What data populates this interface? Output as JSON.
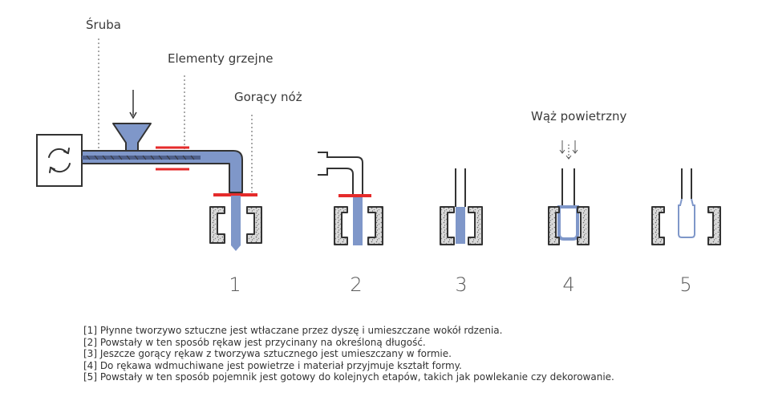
{
  "labels": {
    "screw": "Śruba",
    "heaters": "Elementy grzejne",
    "knife": "Gorący nóż",
    "air_hose": "Wąż powietrzny"
  },
  "steps": [
    "1",
    "2",
    "3",
    "4",
    "5"
  ],
  "legend": [
    "[1] Płynne tworzywo sztuczne jest wtłaczane przez dyszę i umieszczane wokół rdzenia.",
    "[2] Powstały w ten sposób rękaw jest przycinany na określoną długość.",
    "[3] Jeszcze gorący rękaw z tworzywa sztucznego jest umieszczany w formie.",
    "[4] Do rękawa wdmuchiwane jest powietrze i materiał przyjmuje kształt formy.",
    "[5] Powstały w ten sposób pojemnik jest gotowy do kolejnych etapów, takich jak powlekanie czy dekorowanie."
  ],
  "colors": {
    "plastic": "#7f97c9",
    "heater": "#e52b2b",
    "outline": "#333333",
    "mold_fill": "#d9d9d9"
  },
  "icons": {
    "motor": "rotate-arrows-icon"
  }
}
